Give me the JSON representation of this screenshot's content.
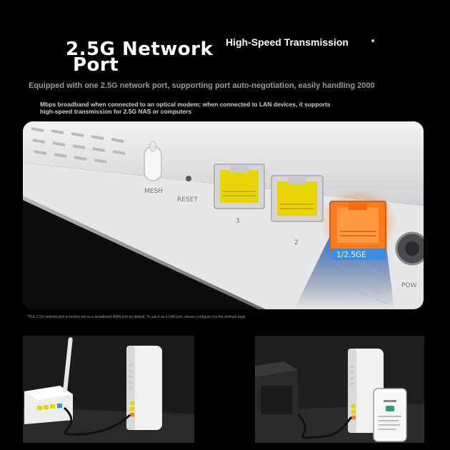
{
  "title": {
    "line1": "2.5G Network",
    "line2": "Port"
  },
  "subtitle": "High-Speed Transmission",
  "description": {
    "line1": "Equipped with one 2.5G network port, supporting port auto-negotiation, easily handling 2000",
    "line2": "Mbps broadband when connected to an optical modem; when connected to LAN devices, it supports high-speed transmission for 2.5G NAS or computers"
  },
  "device_labels": {
    "mesh": "MESH",
    "reset": "RESET",
    "port3": "3",
    "port2": "2",
    "port1": "1/2.5GE",
    "power": "POW"
  },
  "footnote": "*This 2.5G network port is factory-set as a broadband WAN port by default. To use it as a LAN port, please configure it in the settings page",
  "colors": {
    "accent_orange": "#ff7a1a",
    "port_yellow": "#e7d400",
    "label_blue": "#3a8de0"
  }
}
